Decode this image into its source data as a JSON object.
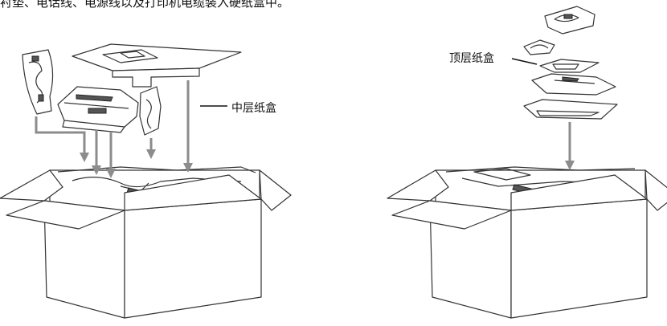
{
  "instruction_text": "衬垫、电话线、电源线以及打印机电缆装入硬纸盒中。",
  "labels": {
    "middle_tray": "中层纸盒",
    "top_tray": "顶层纸盒"
  },
  "colors": {
    "line": "#333333",
    "arrow": "#8c8c8c",
    "background": "#ffffff"
  }
}
